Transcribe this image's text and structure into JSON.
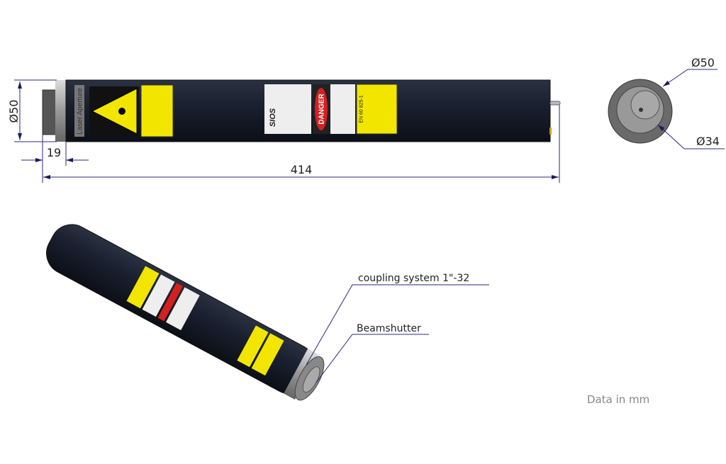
{
  "dimensions": {
    "side_diameter": "Ø50",
    "cap_length": "19",
    "total_length": "414",
    "end_outer_diameter": "Ø50",
    "end_inner_diameter": "Ø34"
  },
  "callouts": {
    "coupling": "coupling system 1\"-32",
    "shutter": "Beamshutter"
  },
  "note": "Data in mm",
  "product_lettering": [
    "Laser Aperture",
    "SIOS",
    "DANGER",
    "EN 60 825-1"
  ],
  "colors": {
    "tube": "#1b2130",
    "dimension_line": "#2a2a7a",
    "warning_yellow": "#f2e600",
    "danger_red": "#d42020"
  }
}
